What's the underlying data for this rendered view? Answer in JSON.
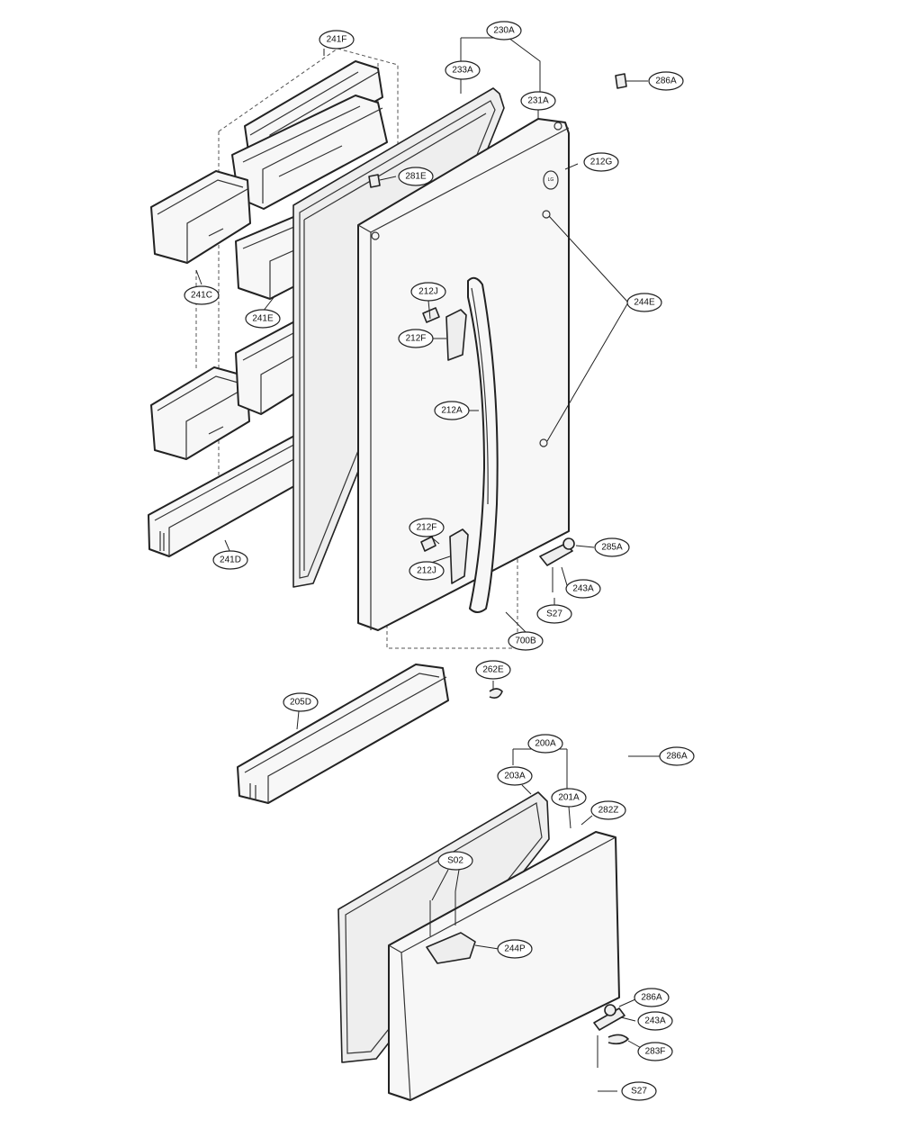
{
  "diagram": {
    "callouts": [
      {
        "id": "241F",
        "label": "241F"
      },
      {
        "id": "230A",
        "label": "230A"
      },
      {
        "id": "233A",
        "label": "233A"
      },
      {
        "id": "231A",
        "label": "231A"
      },
      {
        "id": "286A_top",
        "label": "286A"
      },
      {
        "id": "212G",
        "label": "212G"
      },
      {
        "id": "281E",
        "label": "281E"
      },
      {
        "id": "244E",
        "label": "244E"
      },
      {
        "id": "241C",
        "label": "241C"
      },
      {
        "id": "241E",
        "label": "241E"
      },
      {
        "id": "212J_top",
        "label": "212J"
      },
      {
        "id": "212F_top",
        "label": "212F"
      },
      {
        "id": "212A",
        "label": "212A"
      },
      {
        "id": "212F_bottom",
        "label": "212F"
      },
      {
        "id": "212J_bottom",
        "label": "212J"
      },
      {
        "id": "285A",
        "label": "285A"
      },
      {
        "id": "243A_upper",
        "label": "243A"
      },
      {
        "id": "S27_upper",
        "label": "S27"
      },
      {
        "id": "241D",
        "label": "241D"
      },
      {
        "id": "700B",
        "label": "700B"
      },
      {
        "id": "262E",
        "label": "262E"
      },
      {
        "id": "205D",
        "label": "205D"
      },
      {
        "id": "200A",
        "label": "200A"
      },
      {
        "id": "286A_mid",
        "label": "286A"
      },
      {
        "id": "203A",
        "label": "203A"
      },
      {
        "id": "201A",
        "label": "201A"
      },
      {
        "id": "282Z",
        "label": "282Z"
      },
      {
        "id": "S02",
        "label": "S02"
      },
      {
        "id": "244P",
        "label": "244P"
      },
      {
        "id": "286A_lower",
        "label": "286A"
      },
      {
        "id": "243A_lower",
        "label": "243A"
      },
      {
        "id": "283F",
        "label": "283F"
      },
      {
        "id": "S27_lower",
        "label": "S27"
      }
    ],
    "logo": "LG"
  }
}
